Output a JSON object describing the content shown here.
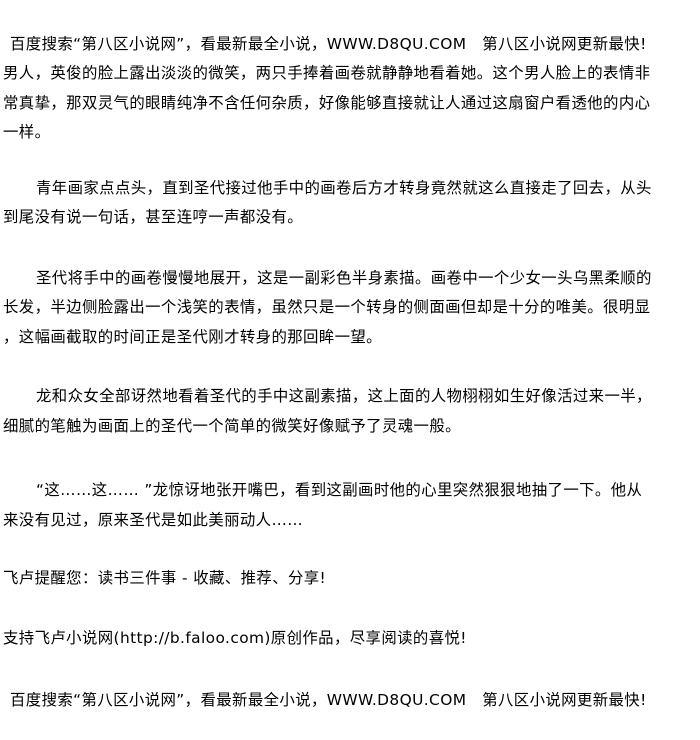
{
  "header_ad": "百度搜索“第八区小说网”，看最新最全小说，WWW.D8QU.COM　第八区小说网更新最快!",
  "paragraphs": [
    {
      "lines": [
        "男人，英俊的脸上露出淡淡的微笑，两只手捧着画卷就静静地看着她。这个男人脸上的表情非",
        "常真挚，那双灵气的眼睛纯净不含任何杂质，好像能够直接就让人通过这扇窗户看透他的内心",
        "一样。"
      ]
    },
    {
      "lines": [
        "青年画家点点头，直到圣代接过他手中的画卷后方才转身竟然就这么直接走了回去，从头",
        "到尾没有说一句话，甚至连哼一声都没有。"
      ]
    },
    {
      "lines": [
        "圣代将手中的画卷慢慢地展开，这是一副彩色半身素描。画卷中一个少女一头乌黑柔顺的",
        "长发，半边侧脸露出一个浅笑的表情，虽然只是一个转身的侧面画但却是十分的唯美。很明显",
        "，这幅画截取的时间正是圣代刚才转身的那回眸一望。"
      ]
    },
    {
      "lines": [
        "龙和众女全部讶然地看着圣代的手中这副素描，这上面的人物栩栩如生好像活过来一半，",
        "细腻的笔触为画面上的圣代一个简单的微笑好像赋予了灵魂一般。"
      ]
    },
    {
      "lines": [
        "“这……这…… ”龙惊讶地张开嘴巴，看到这副画时他的心里突然狠狠地抽了一下。他从",
        "来没有见过，原来圣代是如此美丽动人……"
      ]
    }
  ],
  "reminder": "飞卢提醒您：读书三件事 - 收藏、推荐、分享!",
  "support": "支持飞卢小说网(http://b.faloo.com)原创作品，尽享阅读的喜悦!",
  "footer_ad": "百度搜索“第八区小说网”，看最新最全小说，WWW.D8QU.COM　第八区小说网更新最快!"
}
